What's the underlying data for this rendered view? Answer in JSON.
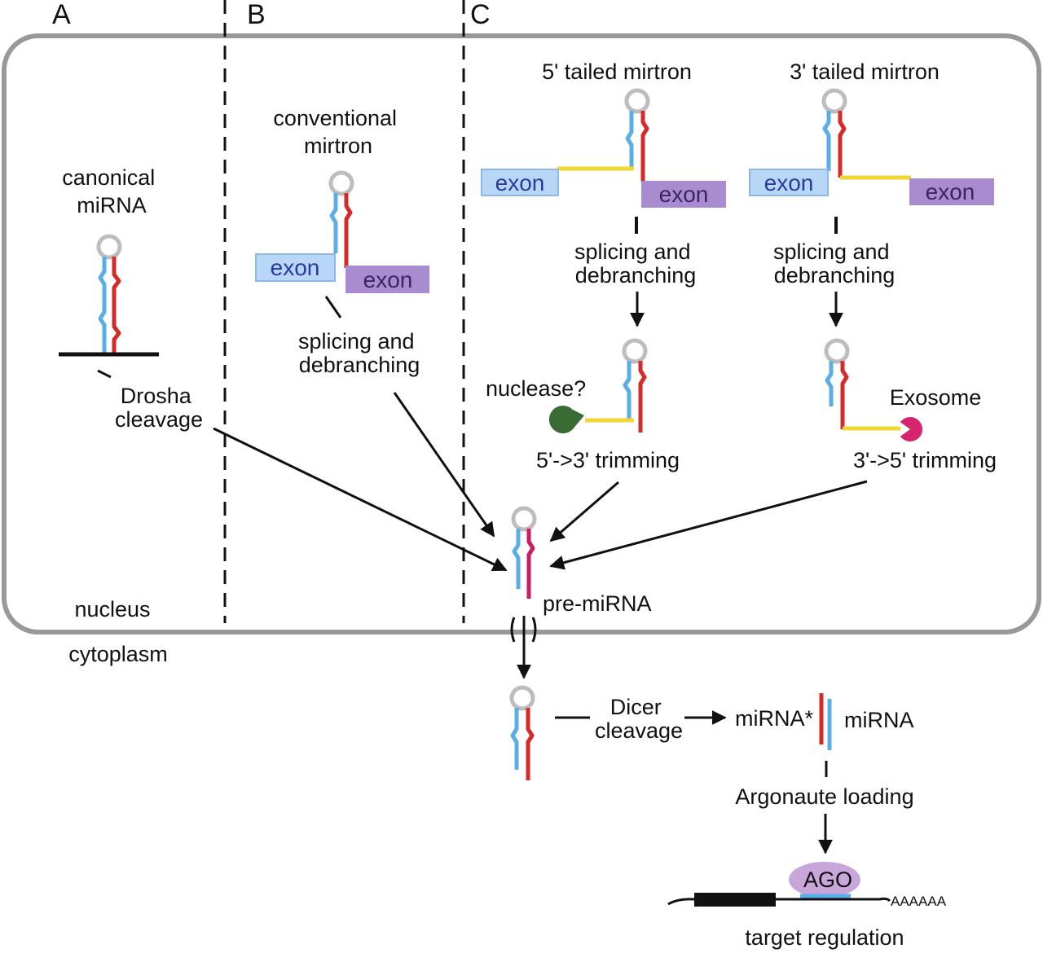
{
  "panels": {
    "a": "A",
    "b": "B",
    "c": "C"
  },
  "labels": {
    "canonical": [
      "canonical",
      "miRNA"
    ],
    "conventional": [
      "conventional",
      "mirtron"
    ],
    "five_tailed": "5' tailed mirtron",
    "three_tailed": "3' tailed mirtron",
    "exon": "exon",
    "splicing": [
      "splicing and",
      "debranching"
    ],
    "drosha": [
      "Drosha",
      "cleavage"
    ],
    "nuclease": "nuclease?",
    "exosome": "Exosome",
    "trim_53": "5'->3' trimming",
    "trim_35": "3'->5' trimming",
    "pre_mirna": "pre-miRNA",
    "nucleus": "nucleus",
    "cytoplasm": "cytoplasm",
    "dicer": [
      "Dicer",
      "cleavage"
    ],
    "mirna_star": "miRNA*",
    "mirna": "miRNA",
    "argonaute": "Argonaute loading",
    "ago": "AGO",
    "polya": "AAAAAA",
    "target": "target regulation"
  },
  "colors": {
    "blue_strand": "#5aaee8",
    "red_strand": "#d42a2a",
    "magenta_strand": "#c81e68",
    "loop": "#bdbdbd",
    "yellow_tail": "#f2d630",
    "exon_blue_fill": "#b8d6f5",
    "exon_blue_text": "#2b3a9e",
    "exon_purple_fill": "#a98bcf",
    "exon_purple_text": "#3d2368",
    "nuclease_green": "#3a6b35",
    "exosome_magenta": "#d6246e",
    "ago_fill": "#c9a6d9",
    "nucleus_border": "#999999"
  }
}
